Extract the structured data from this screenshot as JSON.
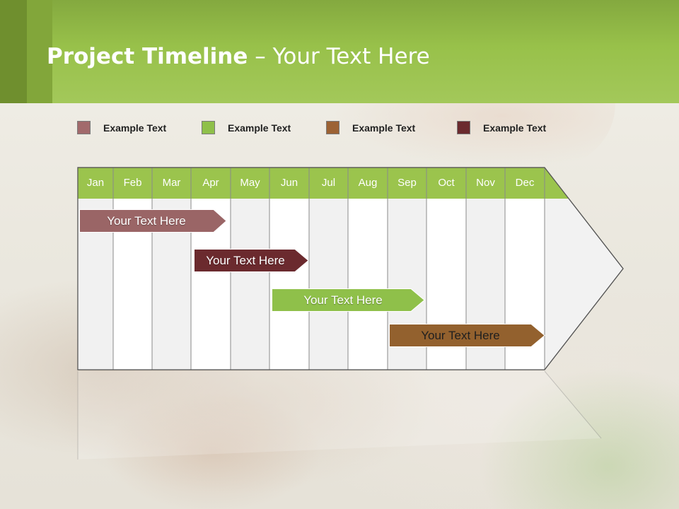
{
  "slide": {
    "title_bold": "Project Timeline",
    "title_rest": " – Your Text Here"
  },
  "colors": {
    "header_green": "#98c14a",
    "month_header": "#9bc44d",
    "dusty_rose": "#9a6566",
    "maroon": "#6b2a2e",
    "green": "#8fc04a",
    "brown": "#93612e"
  },
  "legend": [
    {
      "label": "Example Text",
      "color": "#a26a6c"
    },
    {
      "label": "Example Text",
      "color": "#8fc04a"
    },
    {
      "label": "Example Text",
      "color": "#9c6234"
    },
    {
      "label": "Example Text",
      "color": "#6b2a2e"
    }
  ],
  "months": [
    "Jan",
    "Feb",
    "Mar",
    "Apr",
    "May",
    "Jun",
    "Jul",
    "Aug",
    "Sep",
    "Oct",
    "Nov",
    "Dec"
  ],
  "bars": [
    {
      "label": "Your  Text Here",
      "color": "#9a6566"
    },
    {
      "label": "Your  Text Here",
      "color": "#6b2a2e"
    },
    {
      "label": "Your  Text Here",
      "color": "#8fc04a"
    },
    {
      "label": "Your  Text Here",
      "color": "#93612e"
    }
  ]
}
